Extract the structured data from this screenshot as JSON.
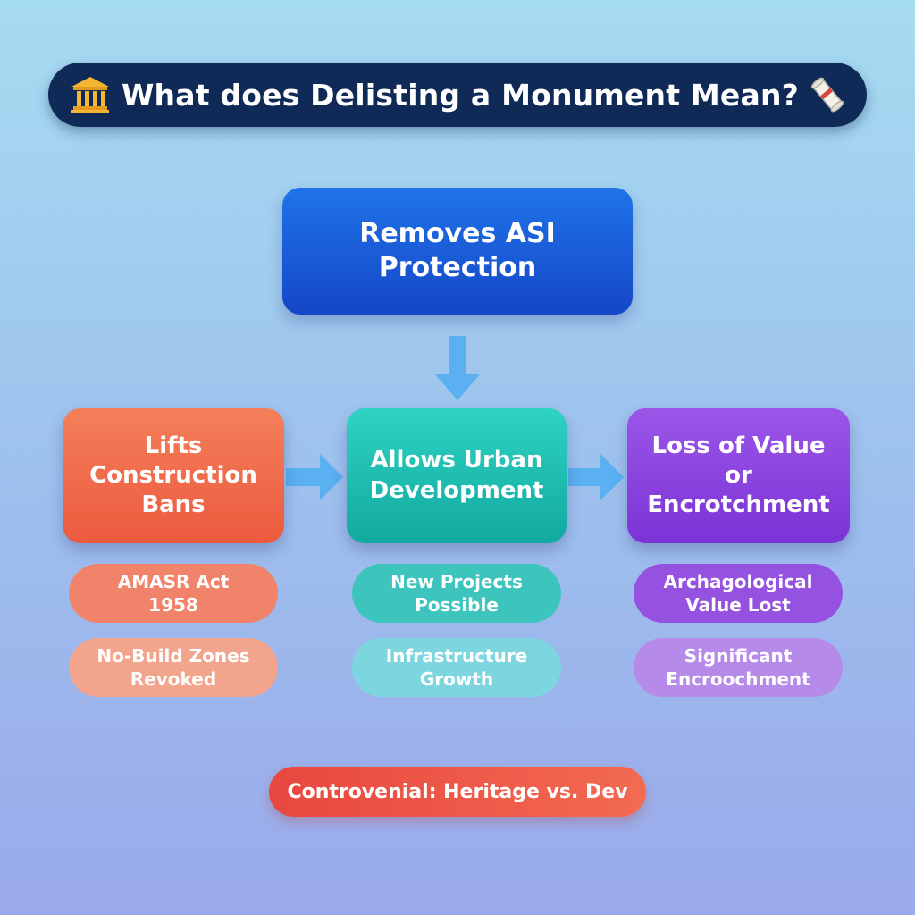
{
  "title": "What does Delisting a Monument Mean?",
  "icons": {
    "title_left": "bank-building-icon",
    "title_right": "scroll-icon"
  },
  "top_box": {
    "label": "Removes ASI\nProtection"
  },
  "columns": [
    {
      "main": "Lifts\nConstruction\nBans",
      "details": [
        "AMASR Act\n1958",
        "No-Build Zones\nRevoked"
      ]
    },
    {
      "main": "Allows Urban\nDevelopment",
      "details": [
        "New Projects\nPossible",
        "Infrastructure\nGrowth"
      ]
    },
    {
      "main": "Loss of Value\nor Encrotchment",
      "details": [
        "Archagological\nValue Lost",
        "Significant\nEncroochment"
      ]
    }
  ],
  "footer": {
    "label": "Controvenial: Heritage vs. Dev"
  },
  "colors": {
    "title_bg": "#0f2a56",
    "top_box": "#1a5fd8",
    "orange": "#ef6a4a",
    "teal": "#1fbdb2",
    "purple": "#8a44df",
    "arrow": "#5ab0f0",
    "footer": "#ec5245"
  }
}
